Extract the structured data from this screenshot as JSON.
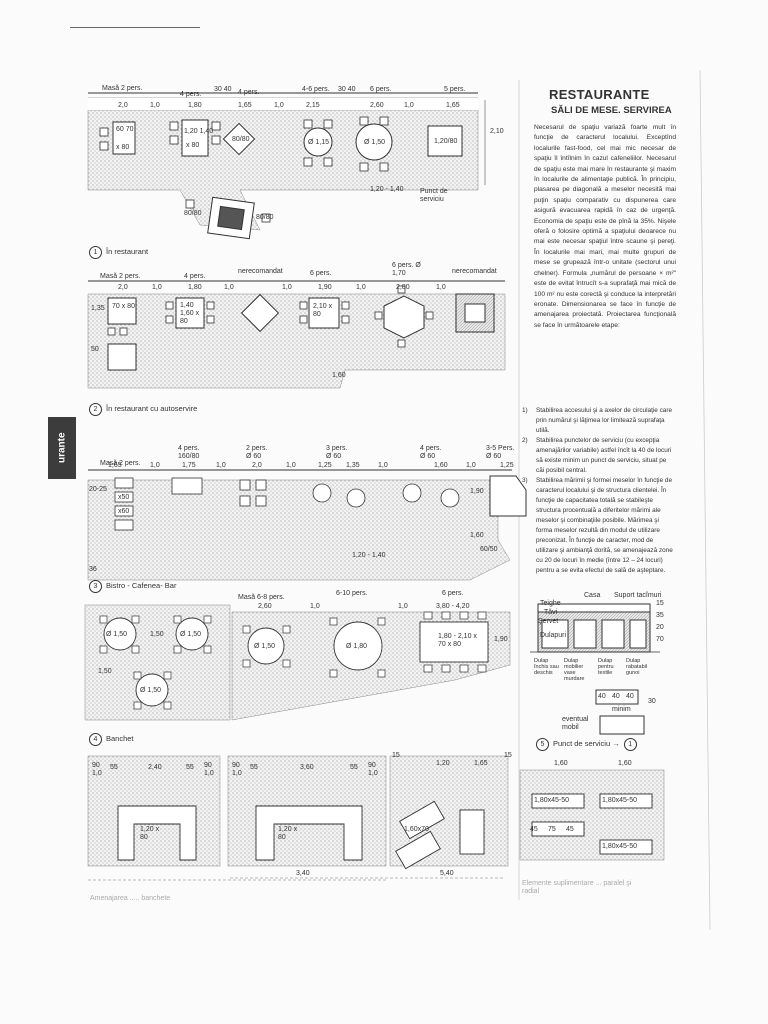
{
  "page": {
    "side_tab": "urante",
    "title": "RESTAURANTE",
    "subtitle": "SĂLI DE MESE. SERVIREA"
  },
  "intro_paragraph": "Necesarul de spaţiu variază foarte mult în funcţie de caracterul localului. Exceptînd localurile fast-food, cel mai mic necesar de spaţiu îl întîlnim în cazul cafeneliilor. Necesarul de spaţiu este mai mare în restaurante şi maxim în localurile de alimentaţie publică. În principiu, plasarea pe diagonală a meselor necesită mai puţin spaţiu comparativ cu dispunerea care asigură evacuarea rapidă în caz de urgenţă. Economia de spaţiu este de pînă la 35%. Nişele oferă o folosire optimă a spaţiului deoarece nu mai este necesar spaţiul între scaune şi pereţi. În localurile mai mari, mai multe grupuri de mese se grupează într-o unitate (sectorul unui chelner). Formula „numărul de persoane × m²\" este de evitat întrucît s-a suprafaţă mai mică de 100 m² nu este corectă şi conduce la interpretări eronate. Dimensionarea se face în funcţie de amenajarea proiectată. Proiectarea funcţională se face în următoarele etape:",
  "steps": [
    {
      "n": "1)",
      "text": "Stabilirea accesului şi a axelor de circulaţie care prin numărul şi lăţimea lor limitează suprafaţa utilă."
    },
    {
      "n": "2)",
      "text": "Stabilirea punctelor de serviciu (cu excepţia amenajărilor variabile) astfel încît la 40 de locuri să existe minim un punct de serviciu, situat pe căi posibil central."
    },
    {
      "n": "3)",
      "text": "Stabilirea mărimii şi formei meselor în funcţie de caracterul localului şi de structura clientelei. În funcţie de capacitatea totală se stabileşte structura procentuală a diferitelor mărimi ale meselor şi combinaţiile posibile. Mărimea şi forma meselor rezultă din modul de utilizare preconizat. În funcţie de caracter, mod de utilizare şi ambianţă dorită, se amenajează zone cu 20 de locuri în medie (între 12 – 24 locuri) pentru a se evita efectul de sală de aşteptare."
    }
  ],
  "captions": {
    "c1": {
      "n": "1",
      "text": "În restaurant"
    },
    "c2": {
      "n": "2",
      "text": "În restaurant cu autoservire"
    },
    "c3": {
      "n": "3",
      "text": "Bistro - Cafenea- Bar"
    },
    "c4": {
      "n": "4",
      "text": "Banchet"
    },
    "c5": {
      "n": "5",
      "text": "Punct de serviciu →"
    },
    "c5_ref": "1"
  },
  "fig1": {
    "labels": [
      "Masă 2 pers.",
      "4 pers.",
      "30 40",
      "4 pers.",
      "4-6 pers.",
      "30 40",
      "6 pers.",
      "5 pers."
    ],
    "dims": [
      "2,0",
      "1,0",
      "1,80",
      "1,65",
      "1,0",
      "2,15",
      "2,60",
      "1,0",
      "1,65"
    ],
    "tables": [
      "60 70",
      "x 80",
      "1,20 1,40",
      "x 80",
      "80/80",
      "Ø 1,15",
      "Ø 1,50",
      "1,20/80",
      "80/80",
      "80/80"
    ],
    "notes": [
      "1,20 - 1,40",
      "Punct de serviciu",
      "2,10"
    ]
  },
  "fig2": {
    "labels": [
      "Masă 2 pers.",
      "4 pers.",
      "nerecomandat",
      "6 pers.",
      "6 pers. Ø 1,70",
      "nerecomandat"
    ],
    "dims": [
      "2,0",
      "1,0",
      "1,80",
      "1,0",
      "1,0",
      "1,90",
      "1,0",
      "2,80",
      "1,0"
    ],
    "tables": [
      "70 x 80",
      "1,40 1,60 x 80",
      "2,10 x 80"
    ],
    "notes": [
      "1,60",
      "1,35",
      "50"
    ]
  },
  "fig3": {
    "labels": [
      "Masă 2 pers.",
      "4 pers. 160/80",
      "2 pers. Ø 60",
      "3 pers. Ø 60",
      "4 pers. Ø 60",
      "3-5 Pers. Ø 60"
    ],
    "dims": [
      "1,65",
      "1,0",
      "1,75",
      "1,0",
      "2,0",
      "1,0",
      "1,25",
      "1,35",
      "1,0",
      "1,60",
      "1,0",
      "1,25"
    ],
    "notes": [
      "x50",
      "x60",
      "1,20 - 1,40",
      "1,90",
      "1,60",
      "60/50",
      "20-25",
      "36"
    ]
  },
  "fig4": {
    "labels": [
      "Masă 6-8 pers.",
      "6-10 pers.",
      "6 pers."
    ],
    "dims": [
      "2,60",
      "1,0",
      "3,80 - 4,20",
      "1,0"
    ],
    "round_tables": [
      "Ø 1,50",
      "Ø 1,50",
      "Ø 1,50",
      "Ø 1,50",
      "Ø 1,80"
    ],
    "rect_table": "1,80 - 2,10 x 70 x 80",
    "notes": [
      "1,50",
      "1,50",
      "1,90"
    ]
  },
  "fig5": {
    "dims": [
      "90 1,0",
      "55",
      "2,40",
      "55",
      "90 1,0",
      "90 1,0",
      "55",
      "3,60",
      "55",
      "90 1,0",
      "15",
      "1,20",
      "1,65",
      "15",
      "1,60",
      "1,60"
    ],
    "tables": [
      "1,20 x 80",
      "1,20 x 80",
      "1,60x70",
      "1,80x45-50",
      "1,80x45-50",
      "1,80x45-50",
      "45",
      "75",
      "45"
    ],
    "bottom_dims": [
      "3,40",
      "5,40"
    ]
  },
  "service": {
    "labels": [
      "Casa",
      "Suport tacîmuri",
      "Teighe",
      "Tăvi",
      "Şervet",
      "Dulapuri",
      "15",
      "35",
      "20",
      "70"
    ],
    "bottom": [
      "Dulap închis sau deschis",
      "Dulap mobilier vase murdare",
      "Dulap pentru textile",
      "Dulap rabatabil gunoi"
    ],
    "dims": [
      "40",
      "40",
      "40",
      "minim",
      "30",
      "eventual mobil"
    ]
  },
  "footer": [
    "Amenajarea ..... banchete",
    "Elemente suplimentare ... paralel şi radial"
  ]
}
